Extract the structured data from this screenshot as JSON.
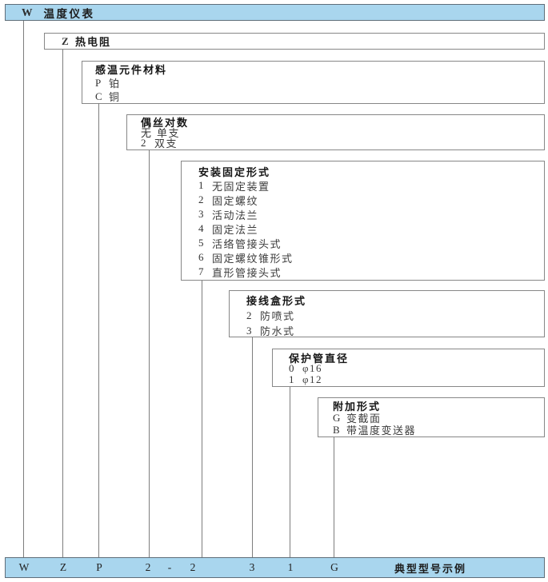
{
  "diagram": {
    "root": {
      "code": "W",
      "label": "温度仪表"
    },
    "type_box": {
      "code": "Z",
      "label": "热电阻"
    },
    "boxes": [
      {
        "title": "感温元件材料",
        "items": [
          {
            "code": "P",
            "label": "铂"
          },
          {
            "code": "C",
            "label": "铜"
          }
        ]
      },
      {
        "title": "偶丝对数",
        "items": [
          {
            "code": "无",
            "label": "单支"
          },
          {
            "code": "2",
            "label": "双支"
          }
        ]
      },
      {
        "title": "安装固定形式",
        "items": [
          {
            "code": "1",
            "label": "无固定装置"
          },
          {
            "code": "2",
            "label": "固定螺纹"
          },
          {
            "code": "3",
            "label": "活动法兰"
          },
          {
            "code": "4",
            "label": "固定法兰"
          },
          {
            "code": "5",
            "label": "活络管接头式"
          },
          {
            "code": "6",
            "label": "固定螺纹锥形式"
          },
          {
            "code": "7",
            "label": "直形管接头式"
          }
        ]
      },
      {
        "title": "接线盒形式",
        "items": [
          {
            "code": "2",
            "label": "防喷式"
          },
          {
            "code": "3",
            "label": "防水式"
          }
        ]
      },
      {
        "title": "保护管直径",
        "items": [
          {
            "code": "0",
            "label": "φ16"
          },
          {
            "code": "1",
            "label": "φ12"
          }
        ]
      },
      {
        "title": "附加形式",
        "items": [
          {
            "code": "G",
            "label": "变截面"
          },
          {
            "code": "B",
            "label": "带温度变送器"
          }
        ]
      }
    ],
    "example_bar": {
      "codes": [
        "W",
        "Z",
        "P",
        "2",
        "-",
        "2",
        "3",
        "1",
        "G"
      ],
      "caption": "典型型号示例"
    },
    "colors": {
      "bar_fill": "#a9d6ee",
      "bar_border": "#5f6e79",
      "box_border": "#878787",
      "connector": "#7d7d7d"
    }
  }
}
